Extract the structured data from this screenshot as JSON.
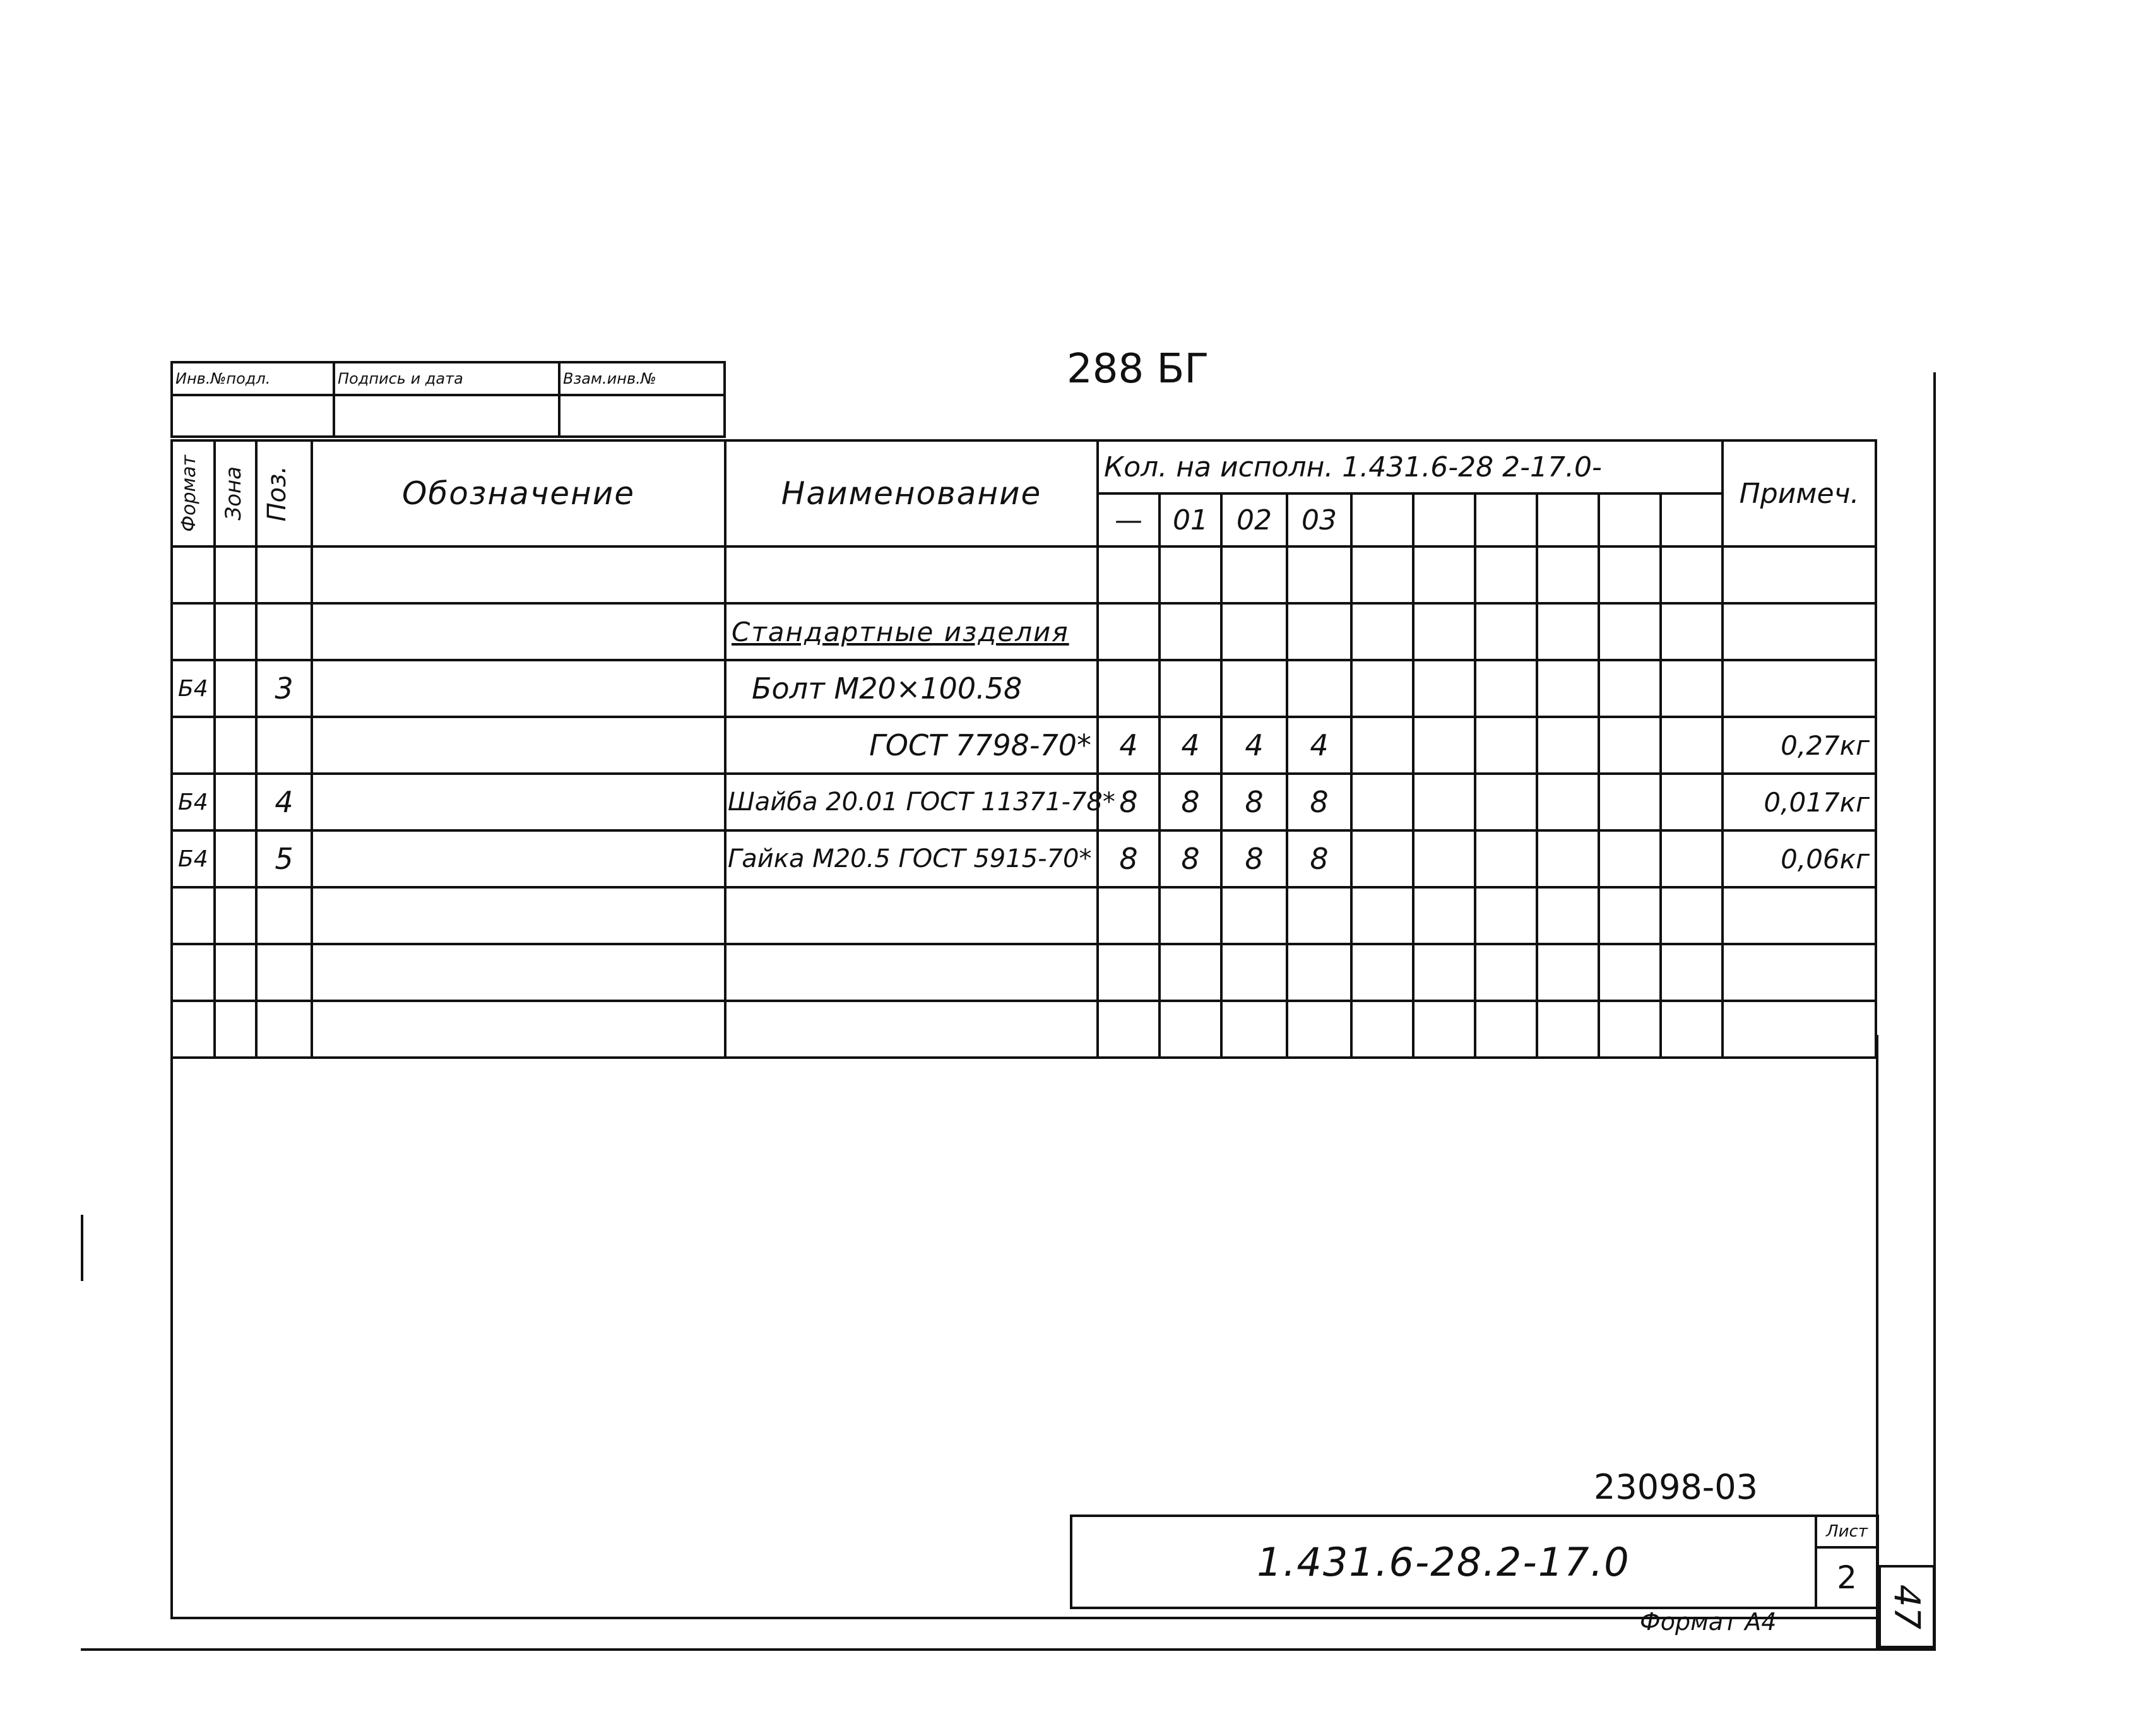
{
  "stamp": {
    "col1": "Инв.№подл.",
    "col2": "Подпись и дата",
    "col3": "Взам.инв.№"
  },
  "top_mark": "288 БГ",
  "spec": {
    "headers": {
      "format": "Формат",
      "zone": "Зона",
      "pos": "Поз.",
      "designation": "Обозначение",
      "name": "Наименование",
      "qty": "Кол. на исполн. 1.431.6-28 2-17.0-",
      "note": "Примеч.",
      "variants": [
        "—",
        "01",
        "02",
        "03",
        "",
        "",
        "",
        "",
        "",
        ""
      ]
    },
    "section_title": "Стандартные изделия",
    "rows": [
      {
        "format": "",
        "zone": "",
        "pos": "",
        "name": "",
        "q": [
          "",
          "",
          "",
          ""
        ],
        "note": ""
      },
      {
        "format": "",
        "zone": "",
        "pos": "",
        "name": "Стандартные изделия",
        "q": [
          "",
          "",
          "",
          ""
        ],
        "note": ""
      },
      {
        "format": "Б4",
        "zone": "",
        "pos": "3",
        "name": "Болт М20×100.58",
        "q": [
          "",
          "",
          "",
          ""
        ],
        "note": ""
      },
      {
        "format": "",
        "zone": "",
        "pos": "",
        "name": "ГОСТ 7798-70*",
        "q": [
          "4",
          "4",
          "4",
          "4"
        ],
        "note": "0,27кг"
      },
      {
        "format": "Б4",
        "zone": "",
        "pos": "4",
        "name": "Шайба 20.01 ГОСТ 11371-78*",
        "q": [
          "8",
          "8",
          "8",
          "8"
        ],
        "note": "0,017кг"
      },
      {
        "format": "Б4",
        "zone": "",
        "pos": "5",
        "name": "Гайка М20.5 ГОСТ 5915-70*",
        "q": [
          "8",
          "8",
          "8",
          "8"
        ],
        "note": "0,06кг"
      },
      {
        "format": "",
        "zone": "",
        "pos": "",
        "name": "",
        "q": [
          "",
          "",
          "",
          ""
        ],
        "note": ""
      },
      {
        "format": "",
        "zone": "",
        "pos": "",
        "name": "",
        "q": [
          "",
          "",
          "",
          ""
        ],
        "note": ""
      },
      {
        "format": "",
        "zone": "",
        "pos": "",
        "name": "",
        "q": [
          "",
          "",
          "",
          ""
        ],
        "note": ""
      }
    ]
  },
  "order_number": "23098-03",
  "title_block": {
    "designation": "1.431.6-28.2-17.0",
    "sheet_label": "Лист",
    "sheet_number": "2"
  },
  "format_label": "Формат А4",
  "page_number": "47"
}
